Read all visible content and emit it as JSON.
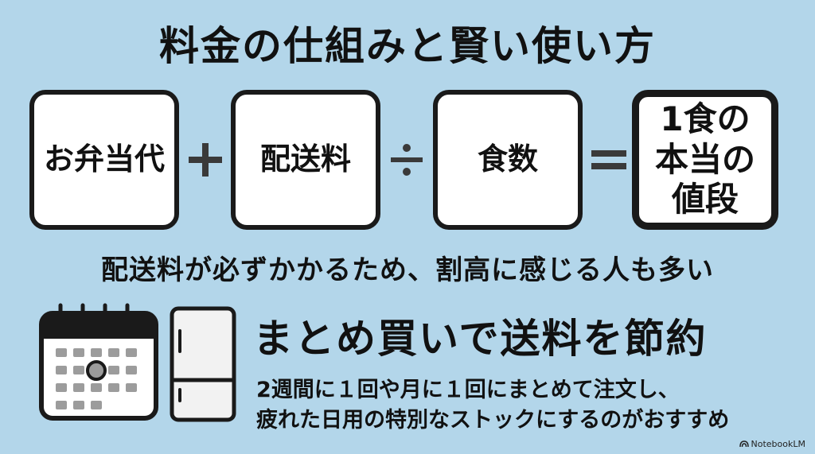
{
  "title": "料金の仕組みと賢い使い方",
  "formula": {
    "terms": [
      {
        "label": "お弁当代"
      },
      {
        "label": "配送料"
      },
      {
        "label": "食数"
      },
      {
        "label": "1食の\n本当の\n値段"
      }
    ],
    "operators": [
      "plus-icon",
      "divide-icon",
      "equals-icon"
    ]
  },
  "note": "配送料が必ずかかるため、割高に感じる人も多い",
  "tip": {
    "heading": "まとめ買いで送料を節約",
    "lines": [
      "2週間に１回や月に１回にまとめて注文し、",
      "疲れた日用の特別なストックにするのがおすすめ"
    ],
    "icons": [
      "calendar-icon",
      "refrigerator-icon"
    ]
  },
  "watermark": "NotebookLM",
  "colors": {
    "background": "#b3d6ea",
    "box_fill": "#ffffff",
    "ink": "#1a1a1a",
    "operator": "#3a3a3a",
    "calendar_cells": "#9c9c9c"
  }
}
